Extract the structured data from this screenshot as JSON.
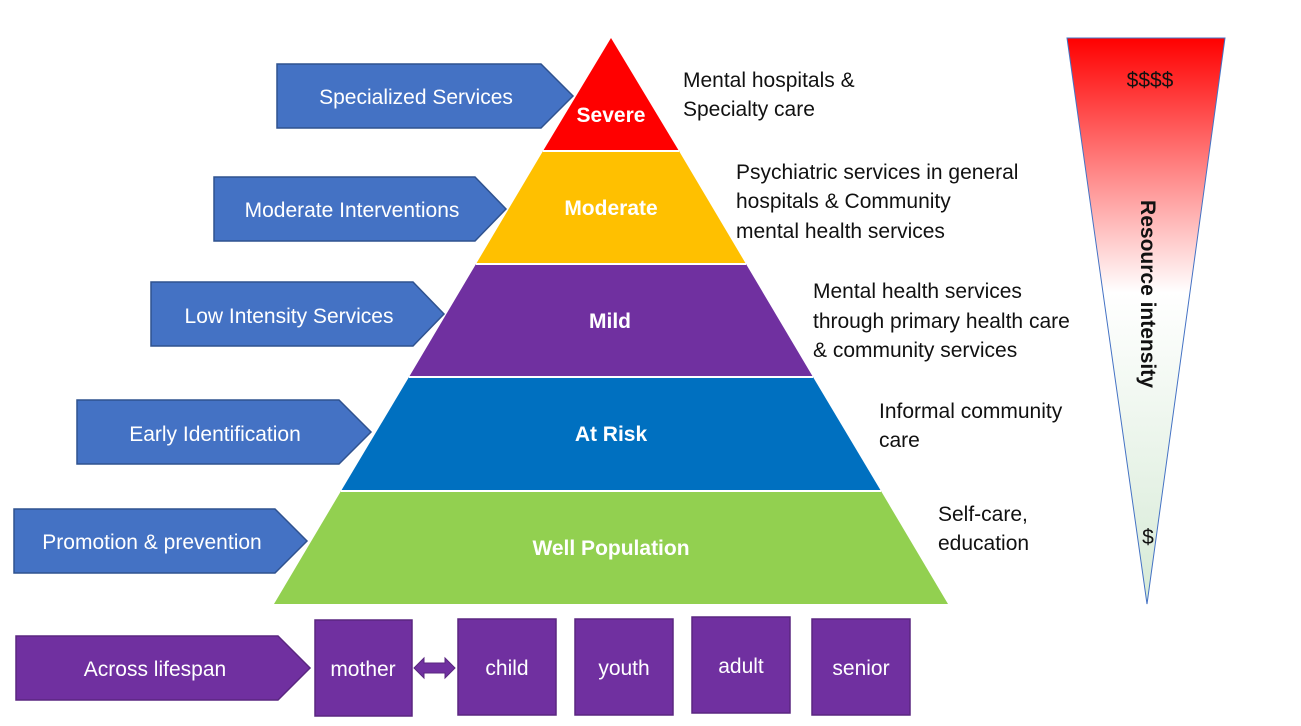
{
  "service_arrows": [
    {
      "label": "Specialized Services"
    },
    {
      "label": "Moderate Interventions"
    },
    {
      "label": "Low Intensity Services"
    },
    {
      "label": "Early Identification"
    },
    {
      "label": "Promotion & prevention"
    }
  ],
  "tiers": [
    {
      "label": "Severe",
      "color": "#ff0000"
    },
    {
      "label": "Moderate",
      "color": "#ffc000"
    },
    {
      "label": "Mild",
      "color": "#7030a0"
    },
    {
      "label": "At Risk",
      "color": "#0070c0"
    },
    {
      "label": "Well Population",
      "color": "#92d050"
    }
  ],
  "descriptions": [
    {
      "lines": [
        "Mental hospitals &",
        "Specialty care"
      ]
    },
    {
      "lines": [
        "Psychiatric services in general",
        "hospitals & Community",
        "mental health services"
      ]
    },
    {
      "lines": [
        "Mental health services",
        "through primary health care",
        "& community services"
      ]
    },
    {
      "lines": [
        "Informal community",
        "care"
      ]
    },
    {
      "lines": [
        "Self-care,",
        "education"
      ]
    }
  ],
  "resource_scale": {
    "title": "Resource intensity",
    "high_label": "$$$$",
    "low_label": "$",
    "high_color": "#ff0000",
    "mid_color": "#ffffff",
    "low_color": "#d6ead6"
  },
  "lifespan": {
    "arrow_label": "Across lifespan",
    "stages": [
      "mother",
      "child",
      "youth",
      "adult",
      "senior"
    ],
    "color": "#7030a0"
  },
  "colors": {
    "arrow_fill": "#4472c4",
    "arrow_stroke": "#2f528f"
  }
}
